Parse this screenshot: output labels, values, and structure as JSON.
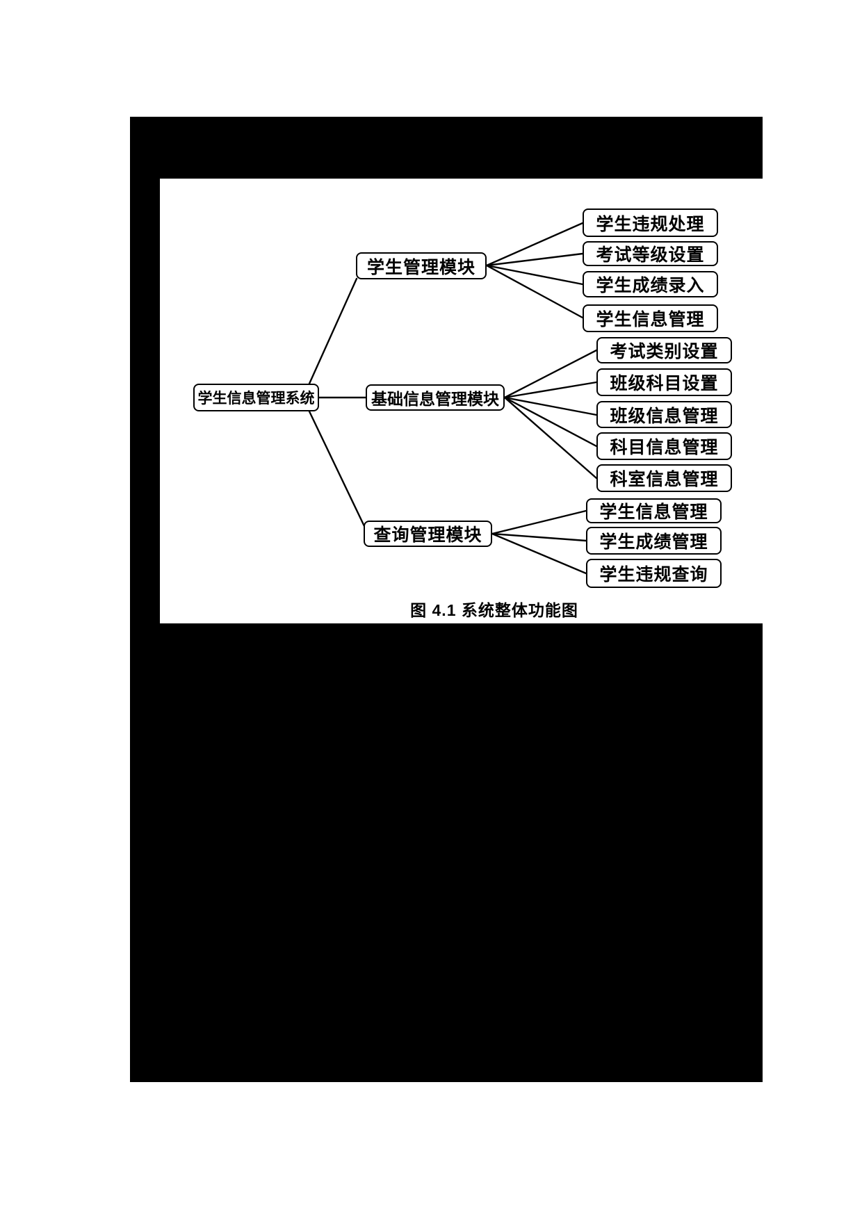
{
  "figure": {
    "caption": "图 4.1  系统整体功能图",
    "root": {
      "label": "学生信息管理系统"
    },
    "branches": [
      {
        "label": "学生管理模块",
        "children": [
          "学生违规处理",
          "考试等级设置",
          "学生成绩录入",
          "学生信息管理"
        ]
      },
      {
        "label": "基础信息管理模块",
        "children": [
          "考试类别设置",
          "班级科目设置",
          "班级信息管理",
          "科目信息管理",
          "科室信息管理"
        ]
      },
      {
        "label": "查询管理模块",
        "children": [
          "学生信息管理",
          "学生成绩管理",
          "学生违规查询"
        ]
      }
    ],
    "colors": {
      "page_background": "#ffffff",
      "scan_background": "#000000",
      "node_border": "#000000",
      "node_fill": "#ffffff",
      "text": "#000000",
      "connector": "#000000"
    }
  }
}
